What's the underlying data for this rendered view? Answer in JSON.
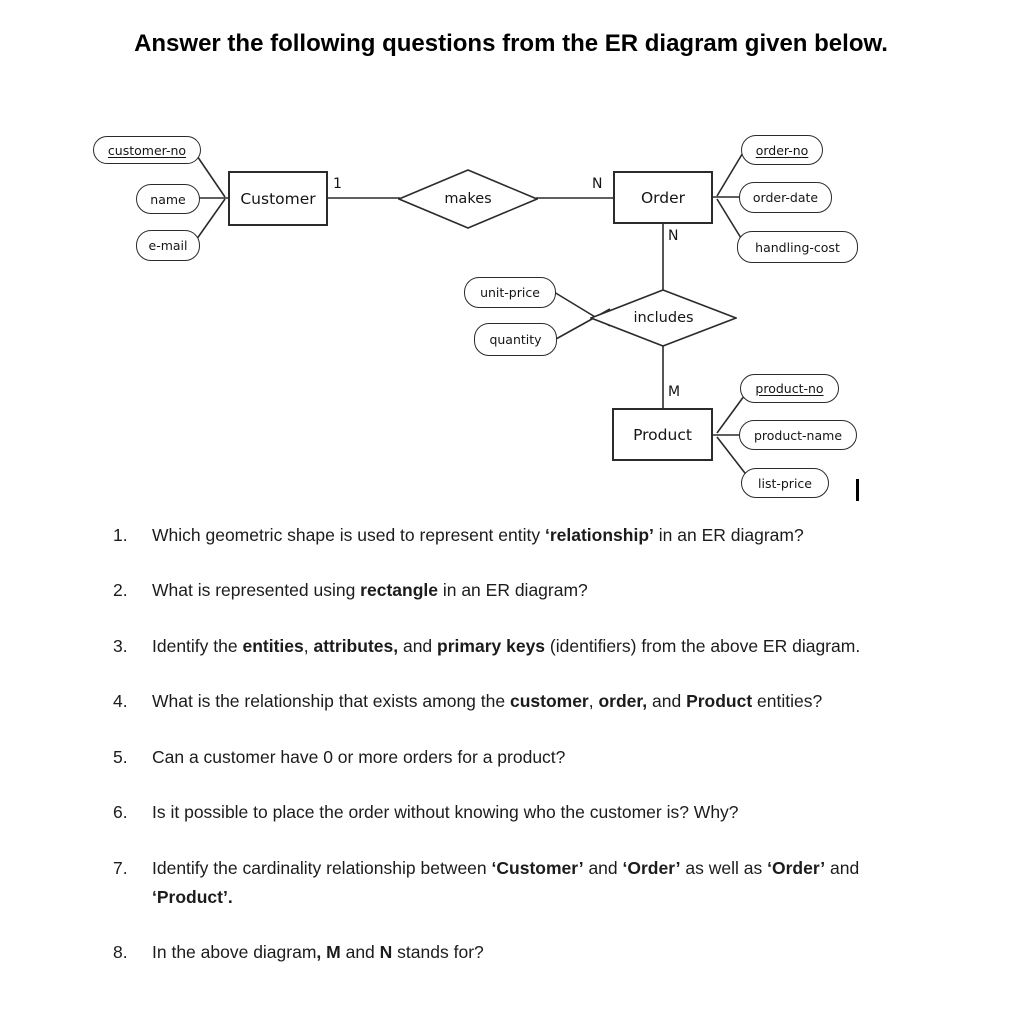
{
  "title": "Answer the following questions from the ER diagram given below.",
  "diagram": {
    "entities": {
      "customer": "Customer",
      "order": "Order",
      "product": "Product"
    },
    "relationships": {
      "makes": "makes",
      "includes": "includes"
    },
    "attributes": {
      "customer_no": "customer-no",
      "name": "name",
      "email": "e-mail",
      "order_no": "order-no",
      "order_date": "order-date",
      "handling_cost": "handling-cost",
      "unit_price": "unit-price",
      "quantity": "quantity",
      "product_no": "product-no",
      "product_name": "product-name",
      "list_price": "list-price"
    },
    "cardinalities": {
      "customer_makes": "1",
      "makes_order": "N",
      "order_includes": "N",
      "includes_product": "M"
    }
  },
  "questions": [
    {
      "number": "1.",
      "segments": [
        {
          "t": "Which geometric shape is used to represent entity "
        },
        {
          "t": "‘relationship’",
          "b": true
        },
        {
          "t": " in an ER diagram?"
        }
      ]
    },
    {
      "number": "2.",
      "segments": [
        {
          "t": "What is represented using "
        },
        {
          "t": "rectangle",
          "b": true
        },
        {
          "t": " in an ER diagram?"
        }
      ]
    },
    {
      "number": "3.",
      "segments": [
        {
          "t": "Identify the "
        },
        {
          "t": "entities",
          "b": true
        },
        {
          "t": ", "
        },
        {
          "t": "attributes,",
          "b": true
        },
        {
          "t": " and "
        },
        {
          "t": "primary keys",
          "b": true
        },
        {
          "t": " (identifiers) from the above ER diagram."
        }
      ]
    },
    {
      "number": "4.",
      "segments": [
        {
          "t": "What is the relationship that exists among the "
        },
        {
          "t": "customer",
          "b": true
        },
        {
          "t": ", "
        },
        {
          "t": "order,",
          "b": true
        },
        {
          "t": " and "
        },
        {
          "t": "Product",
          "b": true
        },
        {
          "t": " entities?"
        }
      ]
    },
    {
      "number": "5.",
      "segments": [
        {
          "t": "Can a customer have 0 or more orders for a product?"
        }
      ]
    },
    {
      "number": "6.",
      "segments": [
        {
          "t": "Is it possible to place the order without knowing who the customer is? Why?"
        }
      ]
    },
    {
      "number": "7.",
      "segments": [
        {
          "t": "Identify the cardinality relationship between "
        },
        {
          "t": "‘Customer’",
          "b": true
        },
        {
          "t": " and "
        },
        {
          "t": "‘Order’",
          "b": true
        },
        {
          "t": " as well as "
        },
        {
          "t": "‘Order’",
          "b": true
        },
        {
          "t": " and"
        },
        {
          "br": true
        },
        {
          "t": "‘Product’.",
          "b": true
        }
      ]
    },
    {
      "number": "8.",
      "segments": [
        {
          "t": "In the above diagram"
        },
        {
          "t": ", M",
          "b": true
        },
        {
          "t": " and "
        },
        {
          "t": "N",
          "b": true
        },
        {
          "t": " stands for?"
        }
      ]
    }
  ]
}
